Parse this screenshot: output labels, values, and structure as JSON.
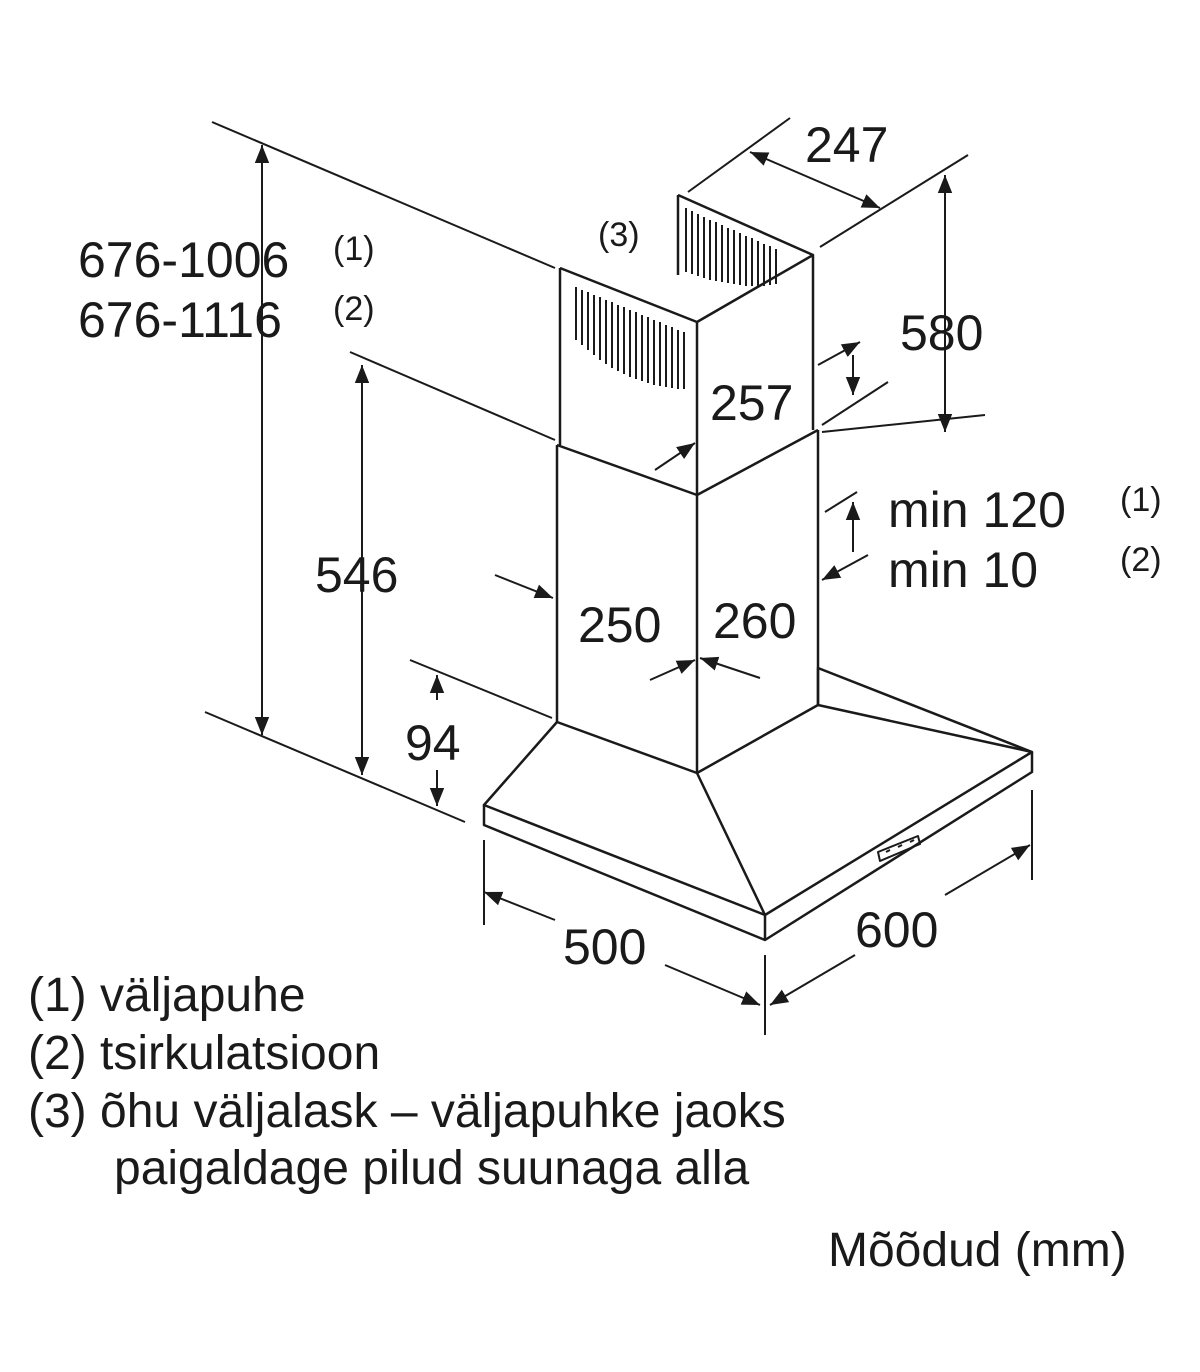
{
  "dimensions": {
    "total_height_1": "676-1006",
    "total_height_1_note": "(1)",
    "total_height_2": "676-1116",
    "total_height_2_note": "(2)",
    "chimney_depth_top": "247",
    "chimney_height_upper": "580",
    "upper_chimney_width": "257",
    "chimney_lower_height": "546",
    "min_gap_1": "min 120",
    "min_gap_1_note": "(1)",
    "min_gap_2": "min 10",
    "min_gap_2_note": "(2)",
    "lower_chimney_depth": "250",
    "lower_chimney_width": "260",
    "canopy_height": "94",
    "hood_depth": "500",
    "hood_width": "600",
    "air_outlet_label": "(3)"
  },
  "legend": [
    {
      "key": "(1)",
      "text": "väljapuhe"
    },
    {
      "key": "(2)",
      "text": "tsirkulatsioon"
    },
    {
      "key": "(3)",
      "text": "õhu väljalask – väljapuhke jaoks"
    },
    {
      "key": "",
      "text": "paigaldage pilud suunaga alla"
    }
  ],
  "units_label": "Mõõdud (mm)"
}
